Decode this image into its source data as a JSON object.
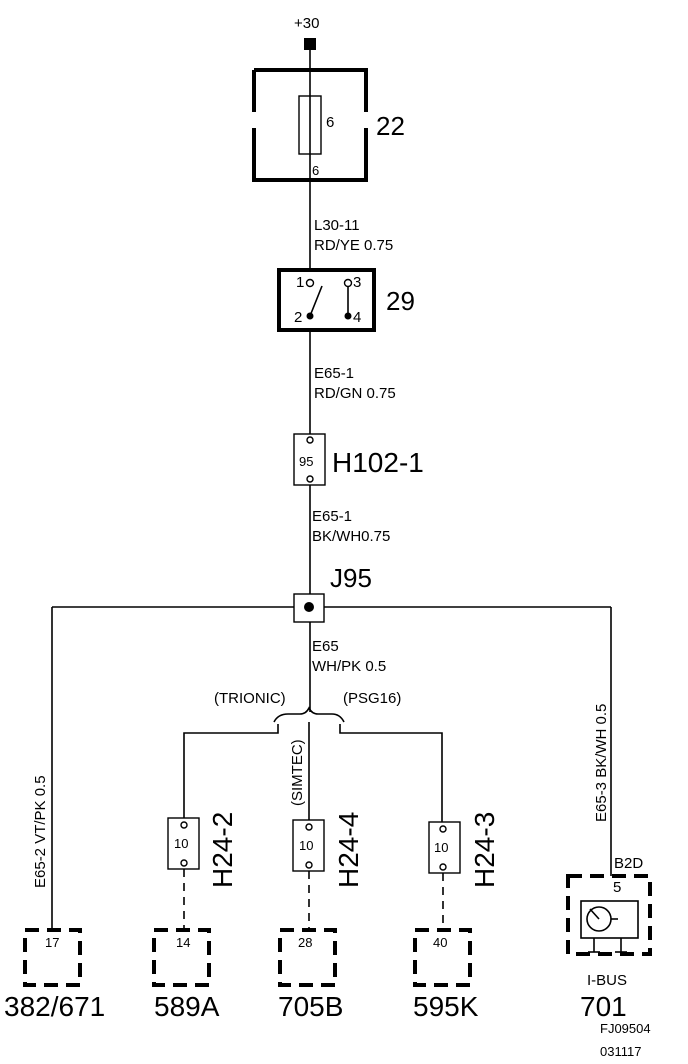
{
  "supply": {
    "label": "+30"
  },
  "fuse_box": {
    "id": "22",
    "fuse_number": "6",
    "pin": "6"
  },
  "wire1": {
    "code": "L30-11",
    "spec": "RD/YE  0.75"
  },
  "relay": {
    "id": "29",
    "pins": [
      "1",
      "2",
      "3",
      "4"
    ]
  },
  "wire2": {
    "code": "E65-1",
    "spec": "RD/GN  0.75"
  },
  "connector_h102": {
    "id": "H102-1",
    "pin": "95"
  },
  "wire3": {
    "code": "E65-1",
    "spec": "BK/WH0.75"
  },
  "junction": {
    "id": "J95"
  },
  "wire4": {
    "code": "E65",
    "spec": "WH/PK  0.5"
  },
  "variants": {
    "left": "(TRIONIC)",
    "right": "(PSG16)",
    "middle": "(SIMTEC)"
  },
  "left_wire": {
    "label": "E65-2  VT/PK  0.5"
  },
  "right_wire": {
    "label": "E65-3  BK/WH  0.5"
  },
  "connectors": [
    {
      "id": "H24-2",
      "pin": "10"
    },
    {
      "id": "H24-4",
      "pin": "10"
    },
    {
      "id": "H24-3",
      "pin": "10"
    }
  ],
  "components": [
    {
      "id": "382/671",
      "pin": "17"
    },
    {
      "id": "589A",
      "pin": "14"
    },
    {
      "id": "705B",
      "pin": "28"
    },
    {
      "id": "595K",
      "pin": "40"
    },
    {
      "id": "701",
      "pin": "5",
      "pin_label": "B2D",
      "bus": "I-BUS"
    }
  ],
  "footer": {
    "figure_code": "FJ09504",
    "date_code": "031117"
  }
}
